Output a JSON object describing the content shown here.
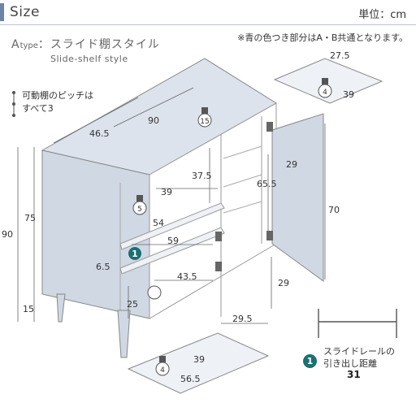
{
  "header": {
    "title": "Size",
    "unit": "単位：cm"
  },
  "note": "※青の色つき部分はA・B共通となります。",
  "type_title": {
    "prefix": "A",
    "type_word": "type",
    "sep": "：",
    "name": "スライド棚スタイル"
  },
  "type_subtitle": "Slide-shelf style",
  "pitch_note": {
    "line1": "可動棚のピッチは",
    "line2": "すべて3"
  },
  "dimensions": {
    "top_depth": "46.5",
    "top_width": "90",
    "height_total": "90",
    "body_height": "75",
    "leg_height": "15",
    "upper_space": "37.5",
    "slide_shelf_depth": "39",
    "slide_shelf_width": "54",
    "mid_width": "59",
    "shelf_gap": "6.5",
    "lower_depth": "43.5",
    "lower_height": "25",
    "right_shelf_top": "29",
    "right_height": "65.5",
    "door_height": "70",
    "door_lower": "29",
    "right_width": "29.5",
    "load_top": "15",
    "load_slide": "5",
    "load_right": "4",
    "load_bottom": "4"
  },
  "right_shelf_detail": {
    "width": "27.5",
    "depth": "39"
  },
  "bottom_shelf_detail": {
    "width": "56.5",
    "depth": "39"
  },
  "badge_number": "1",
  "rail_note": {
    "line1": "スライドレールの",
    "line2": "引き出し距離",
    "value": "31"
  },
  "colors": {
    "accent": "#6b84a8",
    "body_fill": "#cfd8e3",
    "badge": "#1d6f72"
  }
}
